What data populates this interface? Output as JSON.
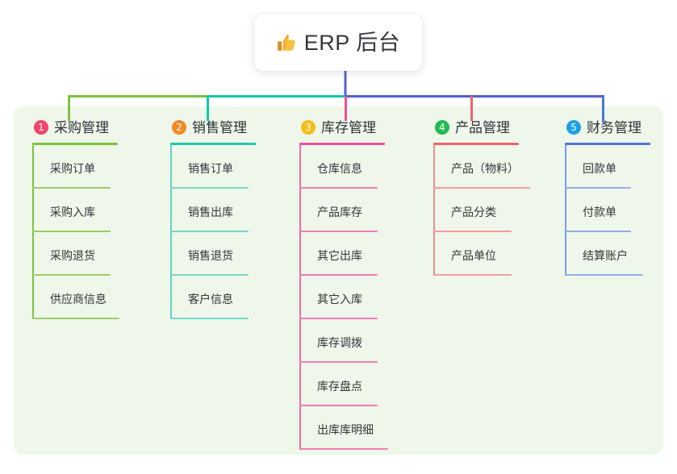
{
  "page": {
    "background": "#ffffff",
    "panel_background": "#eef7e9"
  },
  "root": {
    "icon": "thumbs-up-icon",
    "title": "ERP 后台"
  },
  "connector_colors": {
    "root_stem": "#5160d0",
    "bus_left": "#12c9a7",
    "bus_left_green": "#7dc242",
    "bus_right": "#5160d0",
    "drop_1": "#7dc242",
    "drop_2": "#12c9a7",
    "drop_3": "#ee4f96",
    "drop_4": "#f4606c",
    "drop_5": "#4f74d8"
  },
  "branches": [
    {
      "index": "1",
      "badge_color": "#f2456b",
      "line_color": "#7dc242",
      "title": "采购管理",
      "items": [
        "采购订单",
        "采购入库",
        "采购退货",
        "供应商信息"
      ]
    },
    {
      "index": "2",
      "badge_color": "#f08a24",
      "line_color": "#1fc8ae",
      "title": "销售管理",
      "items": [
        "销售订单",
        "销售出库",
        "销售退货",
        "客户信息"
      ]
    },
    {
      "index": "3",
      "badge_color": "#f5bc17",
      "line_color": "#ef4e9b",
      "title": "库存管理",
      "items": [
        "仓库信息",
        "产品库存",
        "其它出库",
        "其它入库",
        "库存调拨",
        "库存盘点",
        "出库库明细"
      ]
    },
    {
      "index": "4",
      "badge_color": "#21ba55",
      "line_color": "#f4606c",
      "title": "产品管理",
      "items": [
        "产品（物料）",
        "产品分类",
        "产品单位"
      ]
    },
    {
      "index": "5",
      "badge_color": "#1fa0e8",
      "line_color": "#5b87e0",
      "title": "财务管理",
      "items": [
        "回款单",
        "付款单",
        "结算账户"
      ]
    }
  ]
}
